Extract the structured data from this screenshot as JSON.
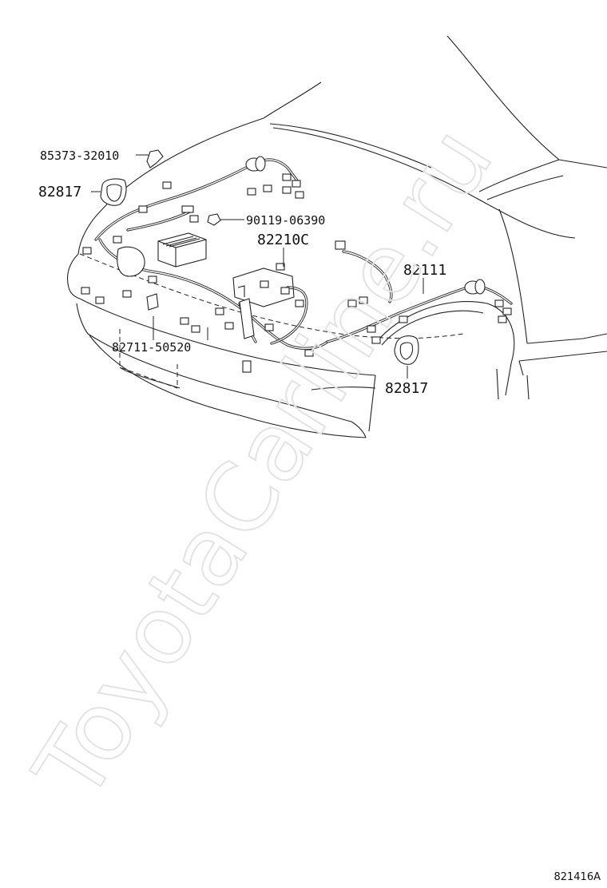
{
  "diagram": {
    "reference_code": "821416A",
    "watermark": "ToyotaCarline.ru",
    "parts": [
      {
        "id": "p1",
        "number": "85373-32010"
      },
      {
        "id": "p2",
        "number": "82817"
      },
      {
        "id": "p3",
        "number": "90119-06390"
      },
      {
        "id": "p4",
        "number": "82210C"
      },
      {
        "id": "p5",
        "number": "82111"
      },
      {
        "id": "p6",
        "number": "82711-50520"
      },
      {
        "id": "p7",
        "number": "82817"
      }
    ]
  }
}
